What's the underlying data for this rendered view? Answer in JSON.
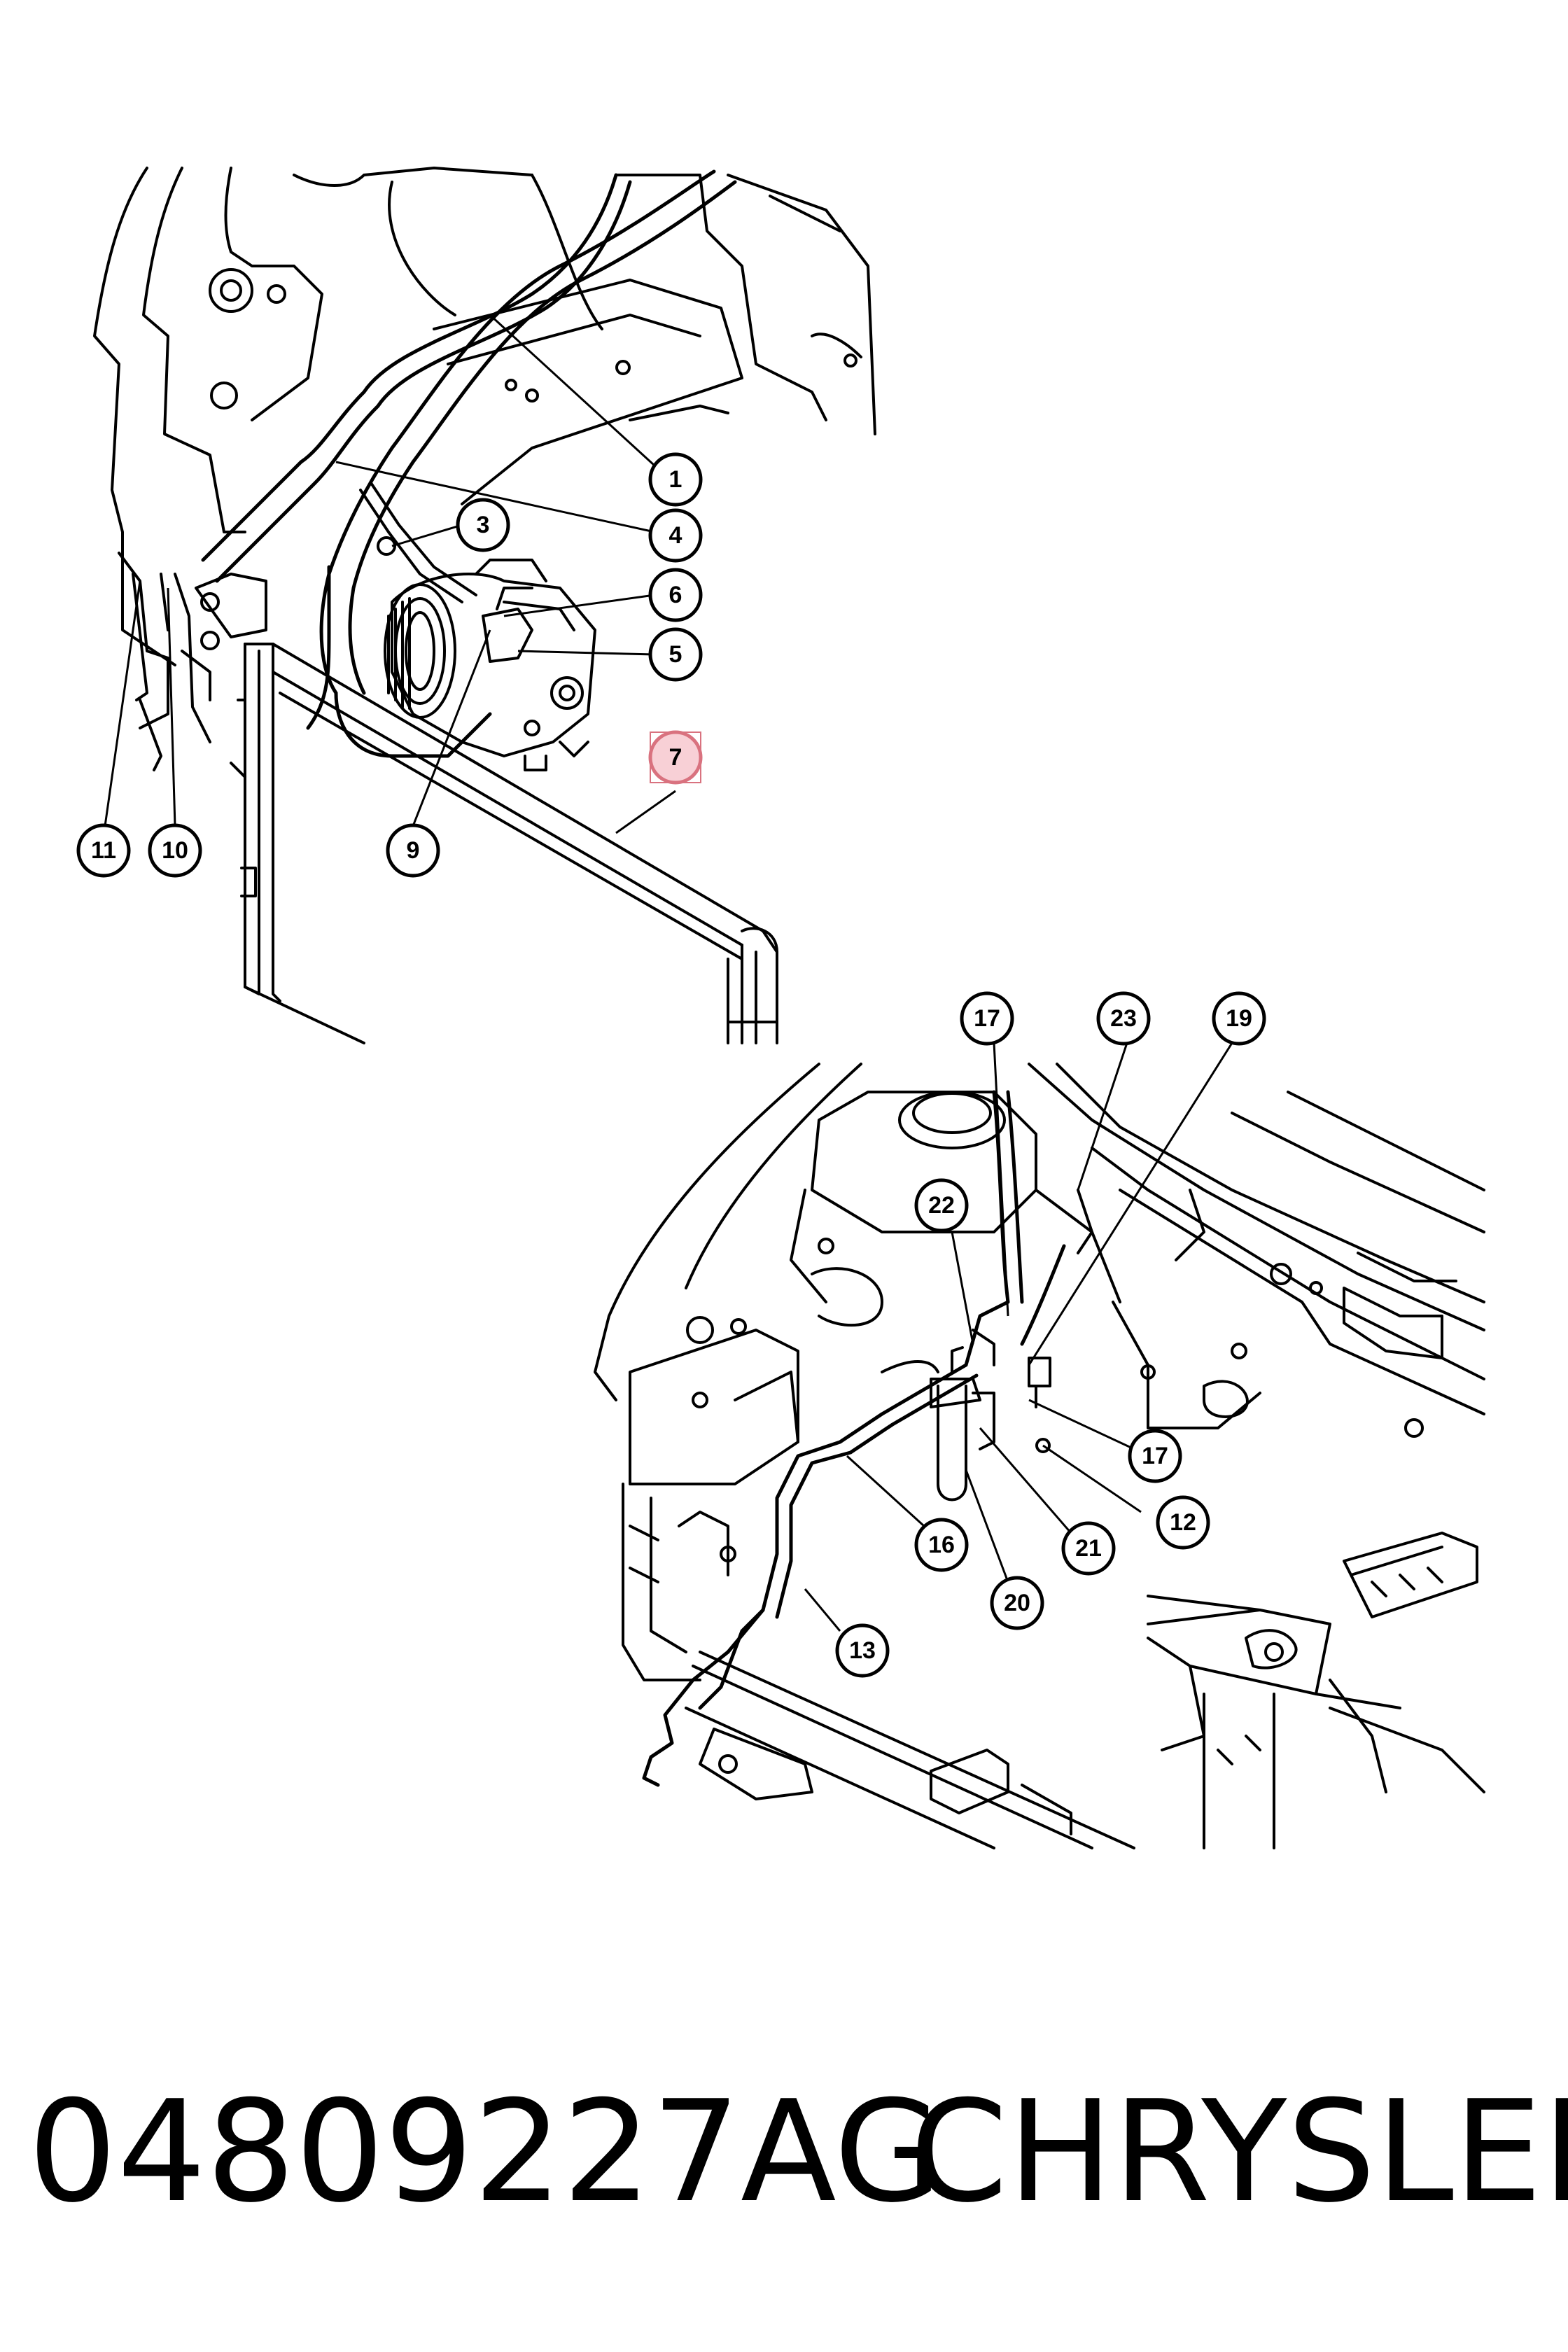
{
  "diagram": {
    "top_view_callouts": [
      "1",
      "4",
      "3",
      "6",
      "5",
      "7",
      "11",
      "10",
      "9"
    ],
    "bottom_view_callouts": [
      "17",
      "23",
      "19",
      "22",
      "17",
      "12",
      "16",
      "21",
      "20",
      "13"
    ],
    "highlighted_callout": "7",
    "highlight_color": "#f8d0d6"
  },
  "caption": {
    "part_number": "04809227AG",
    "brand": "CHRYSLER"
  }
}
